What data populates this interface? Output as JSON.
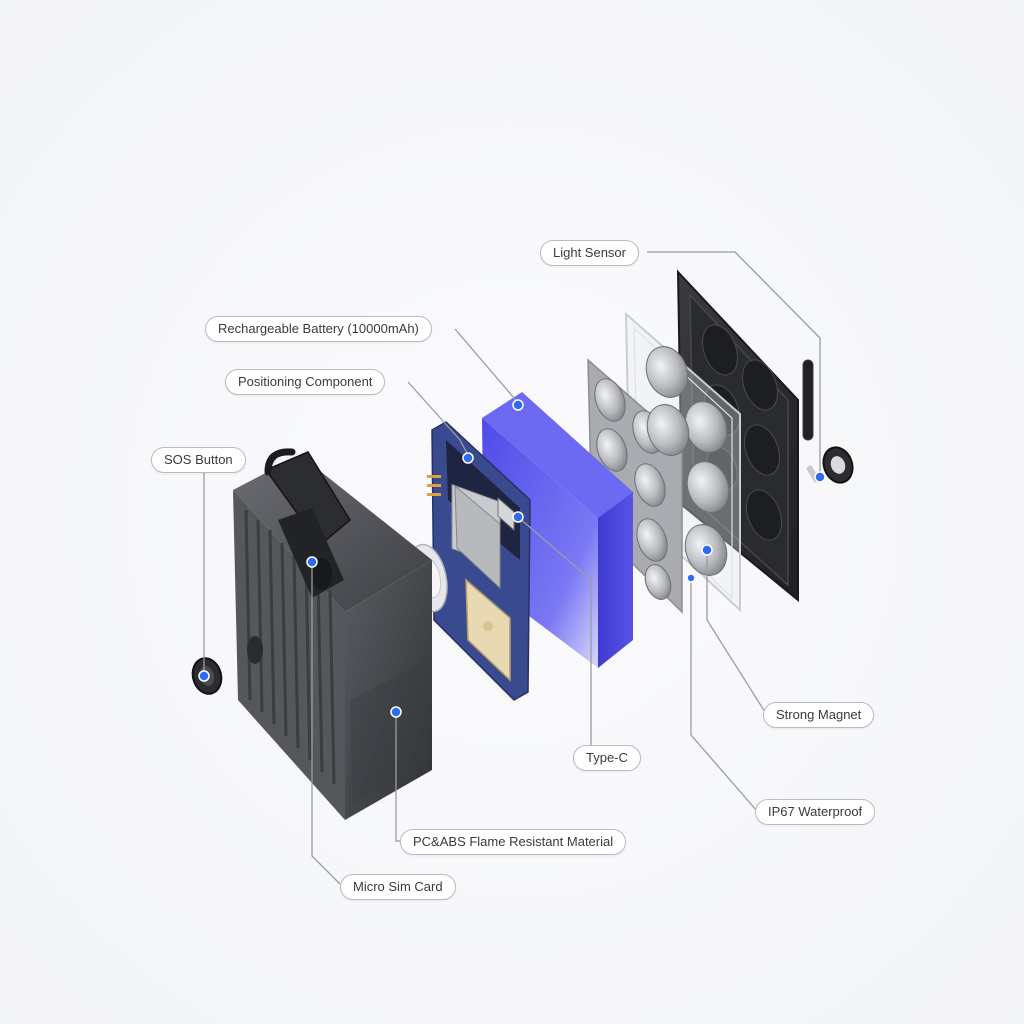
{
  "callouts": {
    "light_sensor": "Light Sensor",
    "battery": "Rechargeable Battery (10000mAh)",
    "positioning": "Positioning Component",
    "sos": "SOS Button",
    "strong_magnet": "Strong Magnet",
    "type_c": "Type-C",
    "waterproof": "IP67 Waterproof",
    "material": "PC&ABS Flame Resistant Material",
    "sim": "Micro Sim Card"
  },
  "colors": {
    "leader_line": "#9a9ca4",
    "marker_dot": "#2e6bf0",
    "battery": "#5b57f0",
    "pcb": "#3b4a8c",
    "housing": "#4b4d52",
    "back_plate": "#2f3034",
    "magnet": "#bfc1c5"
  }
}
